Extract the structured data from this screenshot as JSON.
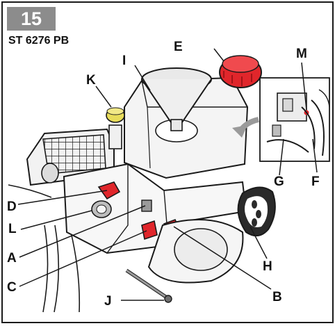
{
  "figure": {
    "number": "15",
    "model": "ST 6276 PB"
  },
  "labels": {
    "A": "A",
    "B": "B",
    "C": "C",
    "D": "D",
    "E": "E",
    "F": "F",
    "G": "G",
    "H": "H",
    "I": "I",
    "J": "J",
    "K": "K",
    "L": "L",
    "M": "M"
  },
  "colors": {
    "highlight": "#e0262b",
    "badge": "#8c8c8c",
    "oil_cap": "#e8dc5a",
    "outline": "#1a1a1a"
  }
}
